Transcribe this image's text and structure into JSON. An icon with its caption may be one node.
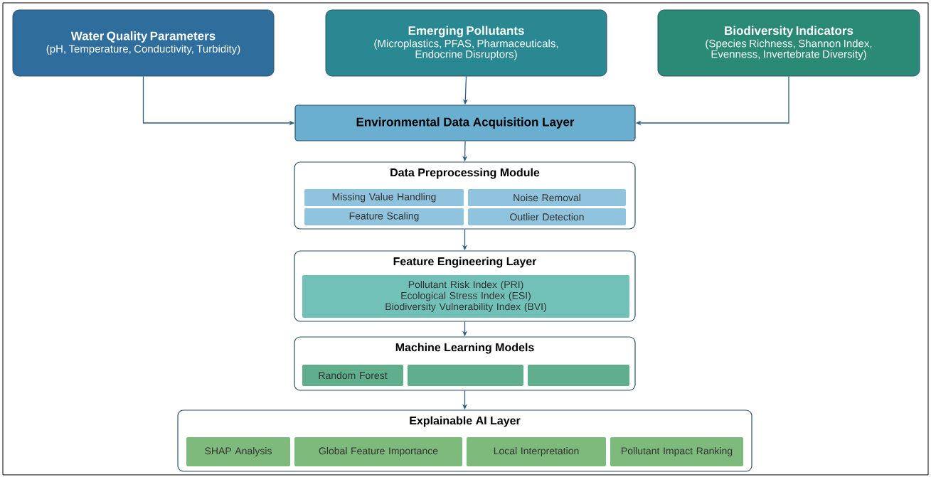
{
  "diagram": {
    "nodes": [
      {
        "text": [
          "Water Quality Parameters",
          "(pH, Temperature, Conductivity, Turbidity)"
        ]
      },
      {
        "text": [
          "Emerging Pollutants",
          "(Microplastics, PFAS, Pharmaceuticals, Endocrine Disruptors)"
        ]
      },
      {
        "text": [
          "Biodiversity Indicators",
          "(Species Richness, Shannon Index, Evenness, Invertebrate Diversity)"
        ]
      },
      {
        "text": [
          "Environmental Data Acquisition Layer"
        ]
      },
      {
        "text": [
          "Data Preprocessing Module"
        ]
      },
      {
        "text": [
          "Missing Value Handling"
        ],
        "in": 4
      },
      {
        "text": [
          "Noise Removal"
        ],
        "in": 4
      },
      {
        "text": [
          "Feature Scaling"
        ],
        "in": 4
      },
      {
        "text": [
          "Outlier Detection"
        ],
        "in": 4
      },
      {
        "text": [
          "Feature Engineering Layer"
        ]
      },
      {
        "text": [
          "Pollutant Risk Index (PRI)",
          "Ecological Stress Index (ESI)",
          "Biodiversity Vulnerability Index (BVI)"
        ],
        "in": 9
      },
      {
        "text": [
          "Machine Learning Models"
        ]
      },
      {
        "text": [
          "Random Forest"
        ],
        "in": 11
      },
      {
        "text": [],
        "shape": "box",
        "in": 11
      },
      {
        "text": [],
        "shape": "box",
        "in": 11
      },
      {
        "text": [
          "Explainable AI Layer"
        ]
      },
      {
        "text": [
          "SHAP Analysis"
        ],
        "in": 15
      },
      {
        "text": [
          "Global Feature Importance"
        ],
        "in": 15
      },
      {
        "text": [
          "Local Interpretation"
        ],
        "in": 15
      },
      {
        "text": [
          "Pollutant Impact Ranking"
        ],
        "in": 15
      }
    ],
    "edges": [
      {
        "from": 0,
        "to": 3,
        "arrow": "to"
      },
      {
        "from": 1,
        "to": 3,
        "arrow": "to"
      },
      {
        "from": 2,
        "to": 3,
        "arrow": "to"
      },
      {
        "from": 3,
        "to": 4,
        "arrow": "to"
      },
      {
        "from": 4,
        "to": 9,
        "arrow": "to"
      },
      {
        "from": 9,
        "to": 11,
        "arrow": "to"
      },
      {
        "from": 11,
        "to": 15,
        "arrow": "to"
      }
    ]
  }
}
